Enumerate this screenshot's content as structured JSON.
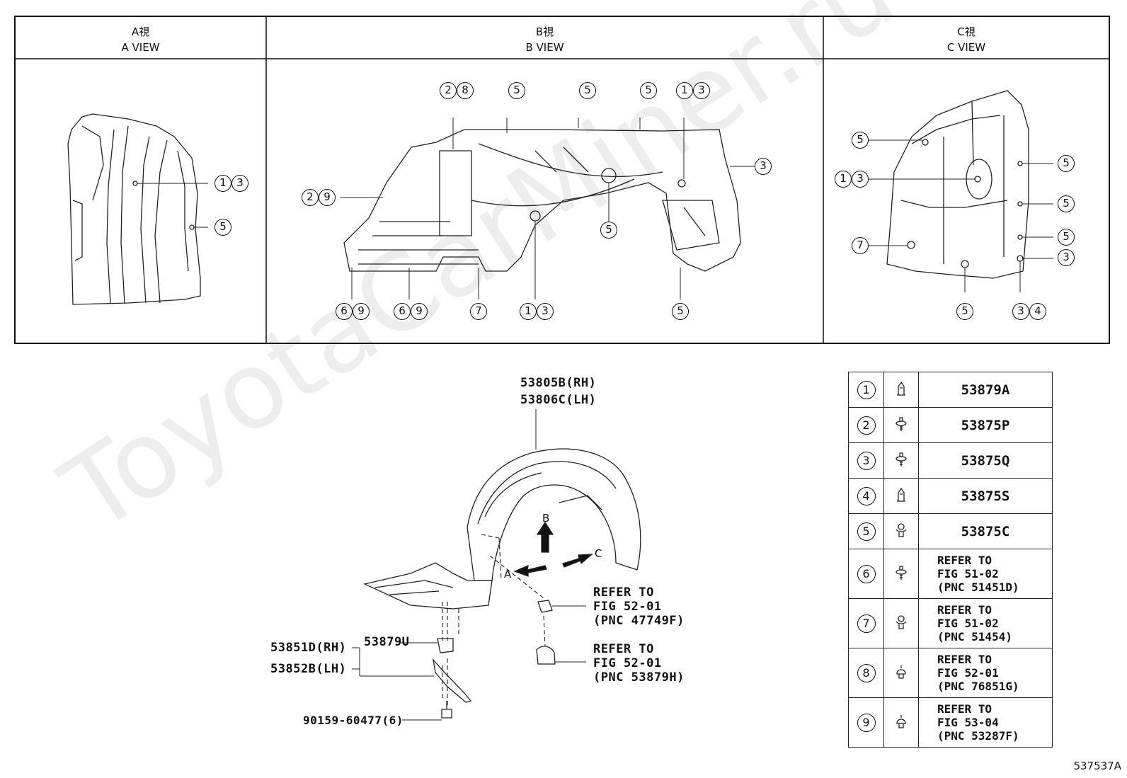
{
  "views": [
    {
      "ja": "A視",
      "en": "A VIEW"
    },
    {
      "ja": "B視",
      "en": "B VIEW"
    },
    {
      "ja": "C視",
      "en": "C VIEW"
    }
  ],
  "view_a_callouts": [
    [
      "1",
      "3"
    ],
    [
      "5"
    ]
  ],
  "view_b_callouts": [
    [
      "2",
      "8"
    ],
    [
      "5"
    ],
    [
      "5"
    ],
    [
      "5"
    ],
    [
      "1",
      "3"
    ],
    [
      "3"
    ],
    [
      "2",
      "9"
    ],
    [
      "5"
    ],
    [
      "6",
      "9"
    ],
    [
      "6",
      "9"
    ],
    [
      "7"
    ],
    [
      "1",
      "3"
    ],
    [
      "5"
    ]
  ],
  "view_c_callouts": [
    [
      "5"
    ],
    [
      "1",
      "3"
    ],
    [
      "7"
    ],
    [
      "5"
    ],
    [
      "5"
    ],
    [
      "5"
    ],
    [
      "3"
    ],
    [
      "5"
    ],
    [
      "3",
      "4"
    ]
  ],
  "main": {
    "liner_rh": "53805B(RH)",
    "liner_lh": "53806C(LH)",
    "bracket_rh": "53851D(RH)",
    "bracket_lh": "53852B(LH)",
    "clip": "53879U",
    "bolt": "90159-60477(6)",
    "ref1": [
      "REFER TO",
      "FIG 52-01",
      "(PNC 47749F)"
    ],
    "ref2": [
      "REFER TO",
      "FIG 52-01",
      "(PNC 53879H)"
    ],
    "arrow_a": "A",
    "arrow_b": "B",
    "arrow_c": "C"
  },
  "legend": [
    {
      "num": "1",
      "icon": "push-clip-icon",
      "text": "53879A"
    },
    {
      "num": "2",
      "icon": "screw-clip-icon",
      "text": "53875P"
    },
    {
      "num": "3",
      "icon": "screw-clip-icon",
      "text": "53875Q"
    },
    {
      "num": "4",
      "icon": "push-clip-icon",
      "text": "53875S"
    },
    {
      "num": "5",
      "icon": "flower-clip-icon",
      "text": "53875C"
    },
    {
      "num": "6",
      "icon": "screw-clip-icon",
      "text": "REFER TO\nFIG 51-02\n(PNC 51451D)"
    },
    {
      "num": "7",
      "icon": "flower-clip-icon",
      "text": "REFER TO\nFIG 51-02\n(PNC 51454)"
    },
    {
      "num": "8",
      "icon": "cap-clip-icon",
      "text": "REFER TO\nFIG 52-01\n(PNC 76851G)"
    },
    {
      "num": "9",
      "icon": "cap-clip-icon",
      "text": "REFER TO\nFIG 53-04\n(PNC 53287F)"
    }
  ],
  "figure_id": "537537A",
  "watermark": "ToyotaCarMiner.ru"
}
